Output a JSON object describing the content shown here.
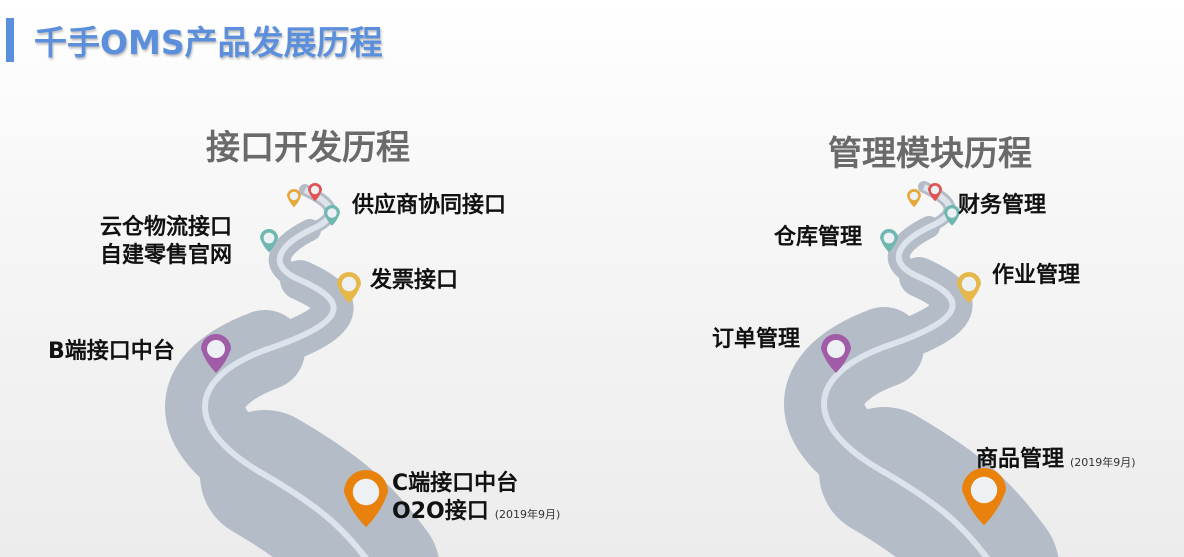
{
  "title": "千手OMS产品发展历程",
  "sections": [
    {
      "heading": "接口开发历程",
      "milestones": [
        {
          "label": "C端接口中台",
          "label2": "O2O接口",
          "date": "(2019年9月)",
          "color": "#e8820c"
        },
        {
          "label": "B端接口中台",
          "color": "#a15ca8"
        },
        {
          "label": "发票接口",
          "color": "#e6b84a"
        },
        {
          "label": "云仓物流接口",
          "label2": "自建零售官网",
          "color": "#6fb7b0"
        },
        {
          "label": "供应商协同接口",
          "color": "#6fb7b0"
        }
      ]
    },
    {
      "heading": "管理模块历程",
      "milestones": [
        {
          "label": "商品管理",
          "date": "(2019年9月)",
          "color": "#e8820c"
        },
        {
          "label": "订单管理",
          "color": "#a15ca8"
        },
        {
          "label": "作业管理",
          "color": "#e6b84a"
        },
        {
          "label": "仓库管理",
          "color": "#6fb7b0"
        },
        {
          "label": "财务管理",
          "color": "#6fb7b0"
        }
      ]
    }
  ],
  "colors": {
    "title": "#5b8fdc",
    "road": "#b4bcc8",
    "road_stripe": "#dde3ea",
    "pin_red": "#e05454",
    "pin_orange": "#e6a83a"
  }
}
